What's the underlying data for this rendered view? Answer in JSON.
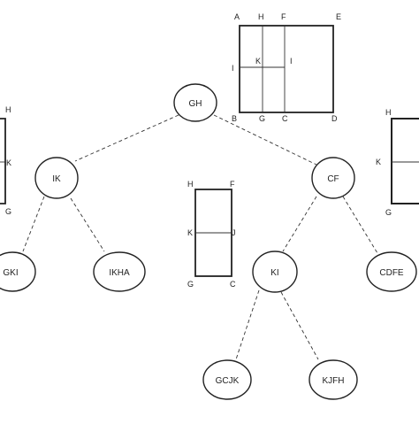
{
  "tree": {
    "nodes": {
      "root": "GH",
      "left": "IK",
      "right": "CF",
      "left_left": "GKI",
      "left_right": "IKHA",
      "right_left": "KI",
      "right_right": "CDFE",
      "right_left_left": "GCJK",
      "right_left_right": "KJFH"
    }
  },
  "rect_top": {
    "corners": {
      "a": "A",
      "h": "H",
      "f": "F",
      "e": "E",
      "i_left": "I",
      "k": "K",
      "i_right": "I",
      "b": "B",
      "g": "G",
      "c": "C",
      "d": "D"
    }
  },
  "rect_middle": {
    "corners": {
      "h": "H",
      "f": "F",
      "k": "K",
      "j": "J",
      "g": "G",
      "c": "C"
    }
  },
  "rect_left": {
    "corners": {
      "h": "H",
      "k": "K",
      "g": "G"
    }
  },
  "rect_right": {
    "corners": {
      "h": "H",
      "k": "K",
      "g": "G"
    }
  },
  "colors": {
    "stroke": "#222222",
    "background": "#ffffff"
  }
}
